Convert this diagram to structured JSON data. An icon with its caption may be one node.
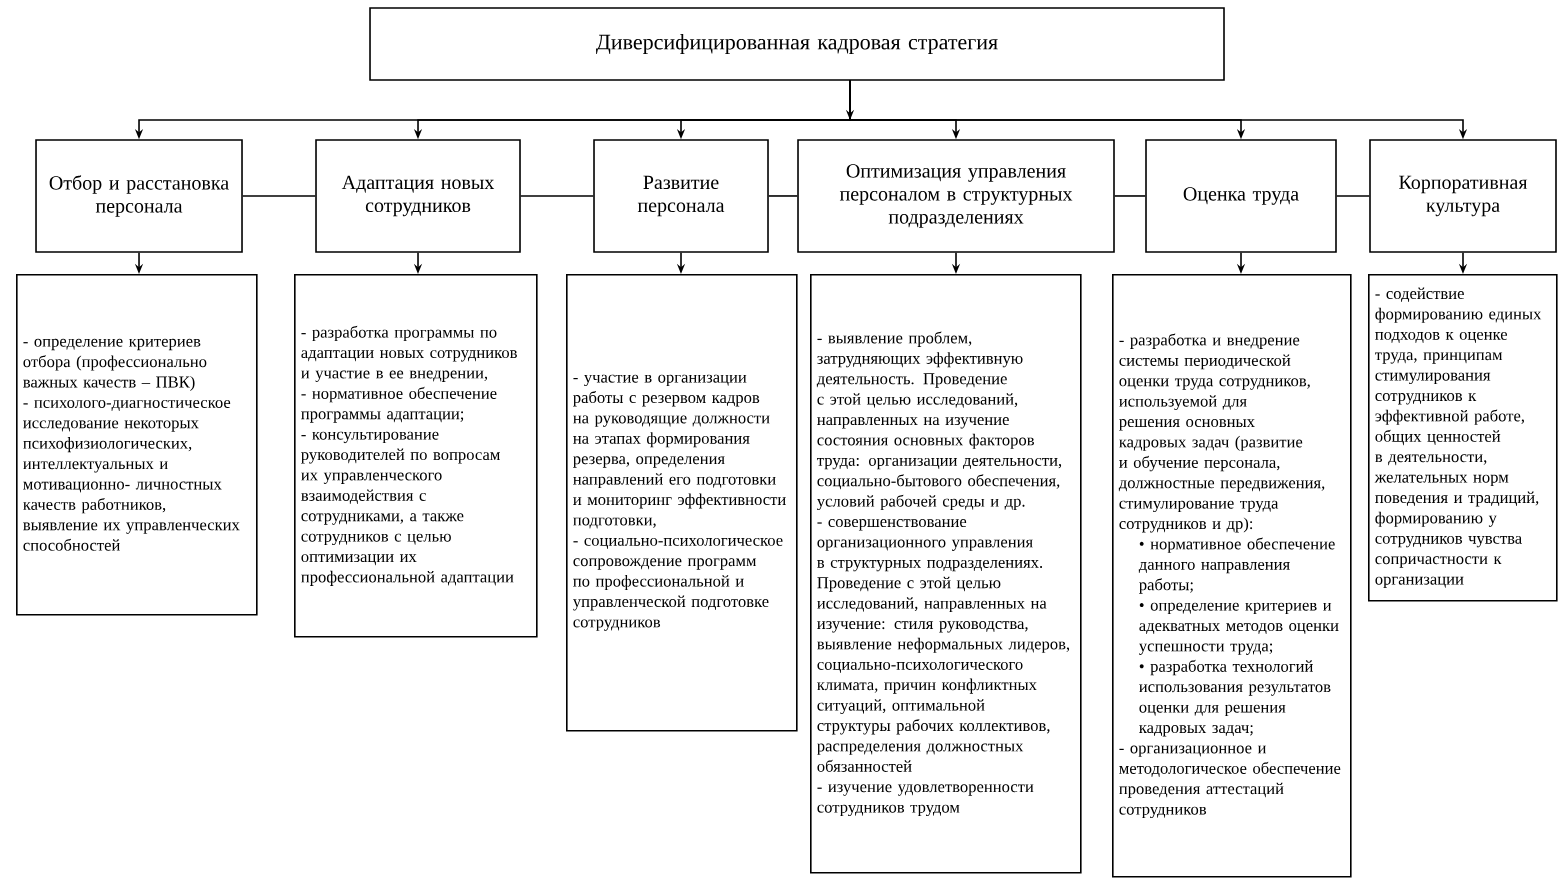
{
  "diagram": {
    "nodes": [
      {
        "text": [
          "Диверсифицированная кадровая стратегия"
        ]
      },
      {
        "text": [
          "Отбор и расстановка персонала"
        ]
      },
      {
        "text": [
          "Адаптация новых сотрудников"
        ]
      },
      {
        "text": [
          "Развитие персонала"
        ]
      },
      {
        "text": [
          "Оптимизация управления персоналом в структурных подразделениях"
        ]
      },
      {
        "text": [
          "Оценка труда"
        ]
      },
      {
        "text": [
          "Корпоративная культура"
        ]
      },
      {
        "text": [
          "- определение критериев отбора (профессионально важных качеств – ПВК)",
          "- психолого-диагностическое исследование некоторых психофизиологических, интеллектуальных и мотивационно- личностных качеств работников, выявление их управленческих способностей"
        ]
      },
      {
        "text": [
          "- разработка программы по адаптации новых сотрудников и участие в ее внедрении,",
          "- нормативное обеспечение программы адаптации;",
          "- консультирование руководителей по вопросам их управленческого взаимодействия с сотрудниками, а также сотрудников с целью оптимизации их профессиональной адаптации"
        ]
      },
      {
        "text": [
          "- участие в организации работы с резервом кадров на руководящие должности на этапах формирования резерва, определения направлений его подготовки и мониторинг эффективности подготовки,",
          "- социально-психологическое сопровождение программ по профессиональной и управленческой подготовке сотрудников"
        ]
      },
      {
        "text": [
          "- выявление проблем, затрудняющих эффективную деятельность. Проведение с этой целью исследований, направленных на изучение состояния основных факторов труда: организации деятельности, социально-бытового обеспечения, условий рабочей среды и др.",
          "- совершенствование организационного управления в структурных подразделениях. Проведение с этой целью исследований, направленных на изучение: стиля руководства, выявление неформальных лидеров, социально-психологического климата, причин конфликтных ситуаций, оптимальной структуры рабочих коллективов, распределения должностных обязанностей",
          "- изучение удовлетворенности сотрудников трудом"
        ]
      },
      {
        "text": [
          "- разработка и внедрение системы периодической оценки труда сотрудников, используемой для решения основных кадровых задач (развитие и обучение персонала, должностные передвижения, стимулирование труда сотрудников и др):",
          "• нормативное обеспечение данного направления работы;",
          "• определение критериев и адекватных методов оценки успешности труда;",
          "• разработка технологий использования результатов оценки для решения кадровых задач;",
          "- организационное и методологическое обеспечение проведения аттестаций сотрудников"
        ]
      },
      {
        "text": [
          "- содействие формированию единых подходов к оценке труда, принципам стимулирования сотрудников к эффективной работе, общих ценностей в деятельности, желательных норм поведения и традиций, формированию у сотрудников чувства сопричастности к организации"
        ]
      }
    ],
    "edges": [
      {
        "from": 0,
        "to": 1,
        "arrow": "to"
      },
      {
        "from": 0,
        "to": 2,
        "arrow": "to"
      },
      {
        "from": 0,
        "to": 3,
        "arrow": "to"
      },
      {
        "from": 0,
        "to": 4,
        "arrow": "to"
      },
      {
        "from": 0,
        "to": 5,
        "arrow": "to"
      },
      {
        "from": 0,
        "to": 6,
        "arrow": "to"
      },
      {
        "from": 1,
        "to": 2,
        "arrow": "none"
      },
      {
        "from": 2,
        "to": 3,
        "arrow": "none"
      },
      {
        "from": 3,
        "to": 4,
        "arrow": "none"
      },
      {
        "from": 4,
        "to": 5,
        "arrow": "none"
      },
      {
        "from": 5,
        "to": 6,
        "arrow": "none"
      },
      {
        "from": 1,
        "to": 7,
        "arrow": "to"
      },
      {
        "from": 2,
        "to": 8,
        "arrow": "to"
      },
      {
        "from": 3,
        "to": 9,
        "arrow": "to"
      },
      {
        "from": 4,
        "to": 10,
        "arrow": "to"
      },
      {
        "from": 5,
        "to": 11,
        "arrow": "to"
      },
      {
        "from": 6,
        "to": 12,
        "arrow": "to"
      }
    ]
  }
}
